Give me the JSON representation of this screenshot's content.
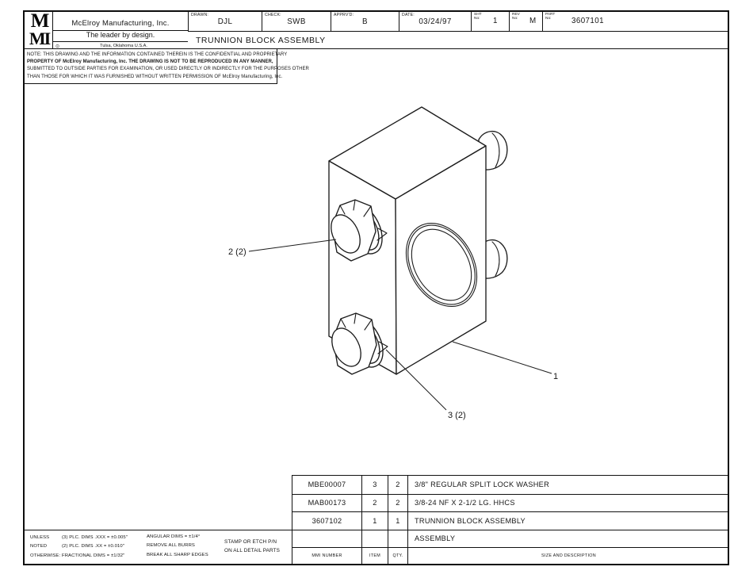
{
  "header": {
    "logo_top": "M",
    "logo_bottom": "MI",
    "company": "McElroy Manufacturing, Inc.",
    "tagline": "The leader by design.",
    "location_mark_icon": "⊙",
    "location": "Tulsa, Oklahoma U.S.A.",
    "fields": [
      {
        "label": "DRAWN:",
        "value": "DJL"
      },
      {
        "label": "CHECK:",
        "value": "SWB"
      },
      {
        "label": "APPRV'D:",
        "value": "B"
      },
      {
        "label": "DATE:",
        "value": "03/24/97"
      },
      {
        "label": "SHT\nNo:",
        "value": "1"
      },
      {
        "label": "REV\nNo:",
        "value": "M"
      },
      {
        "label": "PART\nNo:",
        "value": "3607101"
      }
    ],
    "title": "TRUNNION BLOCK ASSEMBLY"
  },
  "note": {
    "lines": [
      "NOTE: THIS DRAWING AND THE INFORMATION CONTAINED THEREIN IS THE CONFIDENTIAL AND PROPRIETARY",
      "PROPERTY OF McElroy Manufacturing, Inc. THE DRAWING IS NOT TO BE REPRODUCED IN ANY MANNER,",
      "SUBMITTED TO OUTSIDE PARTIES FOR EXAMINATION, OR USED DIRECTLY OR INDIRECTLY FOR THE PURPOSES OTHER",
      "THAN THOSE FOR WHICH IT WAS FURNISHED WITHOUT WRITTEN PERMISSION OF McElroy Manufacturing, Inc."
    ]
  },
  "drawing": {
    "callouts": [
      {
        "label": "2 (2)"
      },
      {
        "label": "1"
      },
      {
        "label": "3 (2)"
      }
    ]
  },
  "parts_table": {
    "rows": [
      {
        "mmi": "MBE00007",
        "item": "3",
        "qty": "2",
        "desc": "3/8\" REGULAR SPLIT LOCK WASHER"
      },
      {
        "mmi": "MAB00173",
        "item": "2",
        "qty": "2",
        "desc": "3/8-24 NF X 2-1/2 LG. HHCS"
      },
      {
        "mmi": "3607102",
        "item": "1",
        "qty": "1",
        "desc": "TRUNNION BLOCK ASSEMBLY"
      }
    ],
    "assembly_row": {
      "desc": "ASSEMBLY"
    },
    "headers": {
      "mmi": "MMI NUMBER",
      "item": "ITEM",
      "qty": "QTY.",
      "desc": "SIZE AND DESCRIPTION"
    }
  },
  "tolerances": {
    "col1": [
      "UNLESS",
      "NOTED",
      "OTHERWISE:"
    ],
    "col2": [
      "(3) PLC. DIMS .XXX = ±0.005\"",
      "(2) PLC. DIMS .XX = ±0.010\"",
      "FRACTIONAL DIMS = ±1/32\""
    ],
    "col3": [
      "ANGULAR DIMS = ±1/4°",
      "REMOVE ALL BURRS",
      "BREAK ALL SHARP EDGES"
    ],
    "stamp": [
      "STAMP OR ETCH P/N",
      "ON ALL DETAIL PARTS"
    ]
  }
}
